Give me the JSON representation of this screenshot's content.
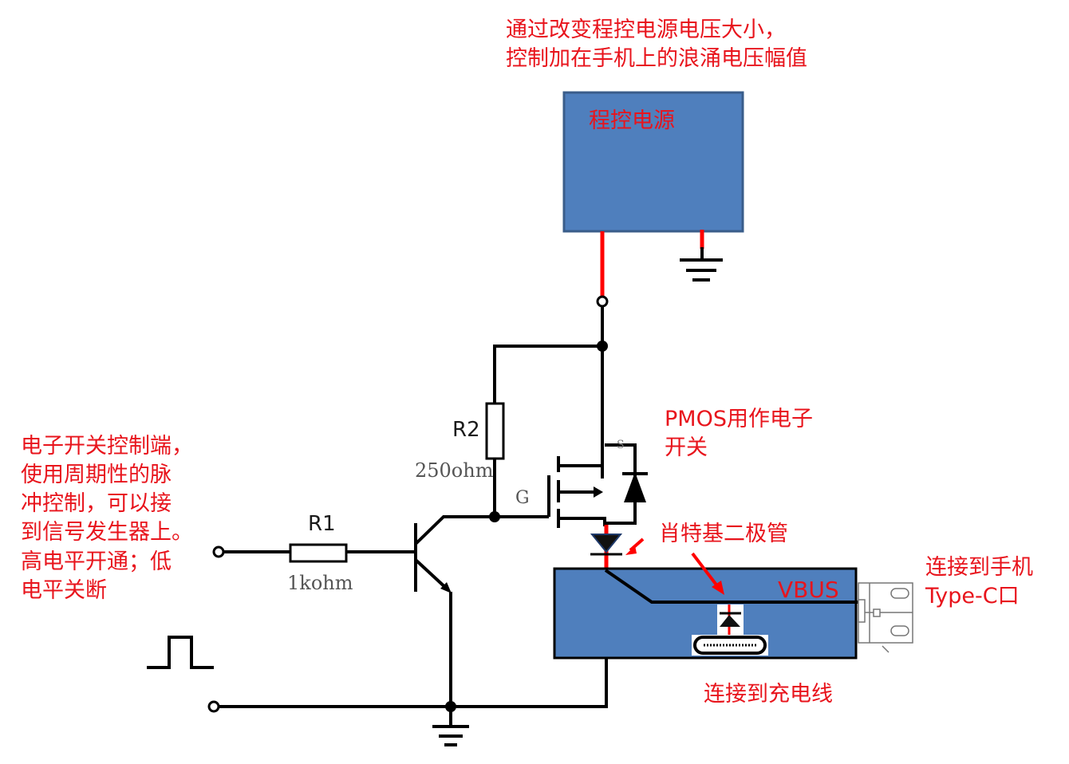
{
  "annotations": {
    "top_note": [
      "通过改变程控电源电压大小，",
      "控制加在手机上的浪涌电压幅值"
    ],
    "power_supply_label": "程控电源",
    "pmos_note": [
      "PMOS用作电子",
      "开关"
    ],
    "control_note": [
      "电子开关控制端，",
      "使用周期性的脉",
      "冲控制，可以接",
      "到信号发生器上。",
      "高电平开通；低",
      "电平关断"
    ],
    "schottky_note": "肖特基二极管",
    "vbus_label": "VBUS",
    "phone_note": [
      "连接到手机",
      "Type-C口"
    ],
    "cable_note": "连接到充电线"
  },
  "components": {
    "r1": {
      "name": "R1",
      "value": "1kohm"
    },
    "r2": {
      "name": "R2",
      "value": "250ohm"
    },
    "mosfet_gate": "G",
    "mosfet_source": "S"
  },
  "colors": {
    "annotation_red": "#e8141c",
    "block_blue": "#4f7fbd",
    "wire_black": "#000000",
    "wire_red": "#ff0000"
  }
}
